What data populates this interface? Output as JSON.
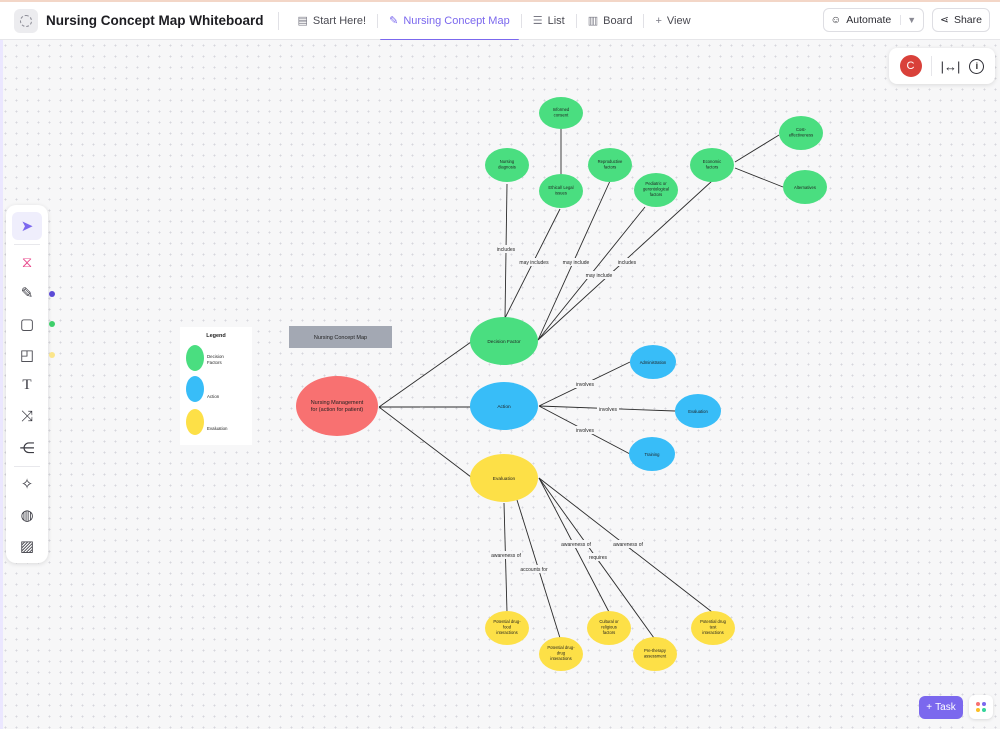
{
  "header": {
    "title": "Nursing Concept Map Whiteboard",
    "tabs": [
      {
        "label": "Start Here!",
        "icon": "document-icon"
      },
      {
        "label": "Nursing Concept Map",
        "icon": "whiteboard-icon"
      },
      {
        "label": "List",
        "icon": "list-icon"
      },
      {
        "label": "Board",
        "icon": "board-icon"
      },
      {
        "label": "View",
        "icon": "plus-icon"
      }
    ],
    "automate_label": "Automate",
    "share_label": "Share"
  },
  "float_toolbar": {
    "avatar_initial": "C"
  },
  "bottom": {
    "task_label": "Task"
  },
  "colors": {
    "accent": "#7b68ee",
    "decision": "#4ade80",
    "action": "#38bdf8",
    "evaluation": "#fde047",
    "root": "#f87171"
  },
  "map": {
    "title_box": "Nursing Concept Map",
    "legend": {
      "title": "Legend",
      "items": [
        {
          "label": "Decision Factors",
          "color": "#4ade80"
        },
        {
          "label": "Action",
          "color": "#38bdf8"
        },
        {
          "label": "Evaluation",
          "color": "#fde047"
        }
      ]
    },
    "nodes": {
      "root": "Nursing Management for (action for patient)",
      "decision": "Decision Factor",
      "action": "Action",
      "evaluation": "Evaluation",
      "informed": "Informed consent",
      "nursing_dx": "Nursing diagnosis",
      "legal": "Ethical/ Legal issues",
      "repro": "Reproductive factors",
      "pediatric": "Pediatric or gerontological factors",
      "economic": "Economic factors",
      "cost": "Cost-effectiveness",
      "alternatives": "Alternatives",
      "administration": "Administration",
      "act_evaluation": "Evaluation",
      "training": "Training",
      "drug_food": "Potential drug-food interactions",
      "drug_drug": "Potential drug-drug interactions",
      "cultural": "Cultural or religious factors",
      "pretherapy": "Pre-therapy assessment",
      "drug_test": "Potential drug test interactions"
    },
    "edge_labels": {
      "includes": "includes",
      "may_includes_1": "may includes",
      "may_include": "may include",
      "may_includes_2": "may include",
      "includes_2": "includes",
      "involves_1": "involves",
      "involves_2": "involves",
      "involves_3": "involves",
      "awareness_1": "awareness of",
      "accounts": "accounts for",
      "awareness_2": "awareness of",
      "requires": "requires",
      "awareness_3": "awareness of"
    }
  }
}
